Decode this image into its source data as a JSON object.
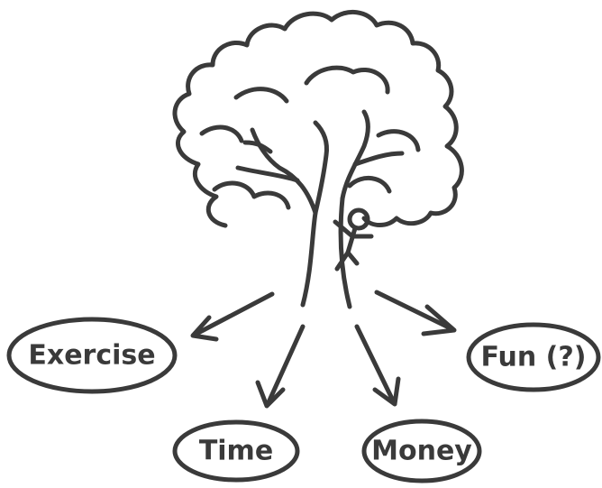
{
  "diagram": {
    "nodes": {
      "exercise": "Exercise",
      "time": "Time",
      "money": "Money",
      "fun": "Fun (?)"
    }
  }
}
